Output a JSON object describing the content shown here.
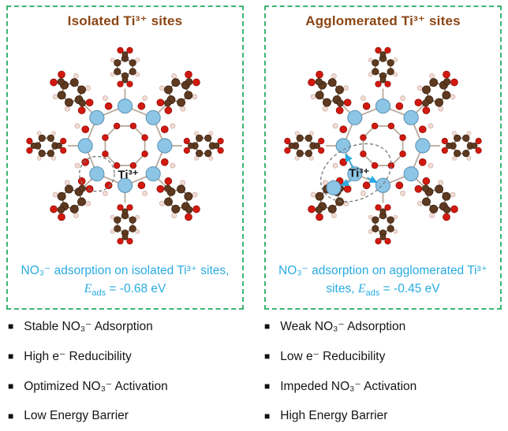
{
  "figure": {
    "panels": [
      {
        "title": "Isolated Ti³⁺ sites",
        "ti_label": "Ti³⁺",
        "caption": {
          "line1": "NO₃⁻ adsorption on isolated Ti³⁺ sites,",
          "line2_pre": "",
          "e_symbol": "E",
          "e_subscript": "ads",
          "e_value": " = -0.68 eV"
        }
      },
      {
        "title": "Agglomerated Ti³⁺ sites",
        "ti_label": "Ti³⁺",
        "caption": {
          "line1": "NO₃⁻ adsorption on agglomerated Ti³⁺",
          "line2_pre": "sites, ",
          "e_symbol": "E",
          "e_subscript": "ads",
          "e_value": " = -0.45 eV"
        }
      }
    ],
    "bullet_columns": [
      {
        "items": [
          "Stable NO₃⁻ Adsorption",
          "High e⁻ Reducibility",
          "Optimized NO₃⁻ Activation",
          "Low Energy Barrier"
        ]
      },
      {
        "items": [
          "Weak NO₃⁻ Adsorption",
          "Low e⁻ Reducibility",
          "Impeded NO₃⁻ Activation",
          "High Energy Barrier"
        ]
      }
    ]
  },
  "colors": {
    "panel-border": "#3CB371",
    "title-brown": "#8B4513",
    "caption-cyan": "#29ABE2",
    "arrow-cyan": "#29ABE2",
    "ti-blue": "#8CC5E6",
    "oxygen-red": "#D2190F",
    "carbon-brown": "#5E3A20",
    "hydrogen-pink": "#F2DCD4"
  }
}
